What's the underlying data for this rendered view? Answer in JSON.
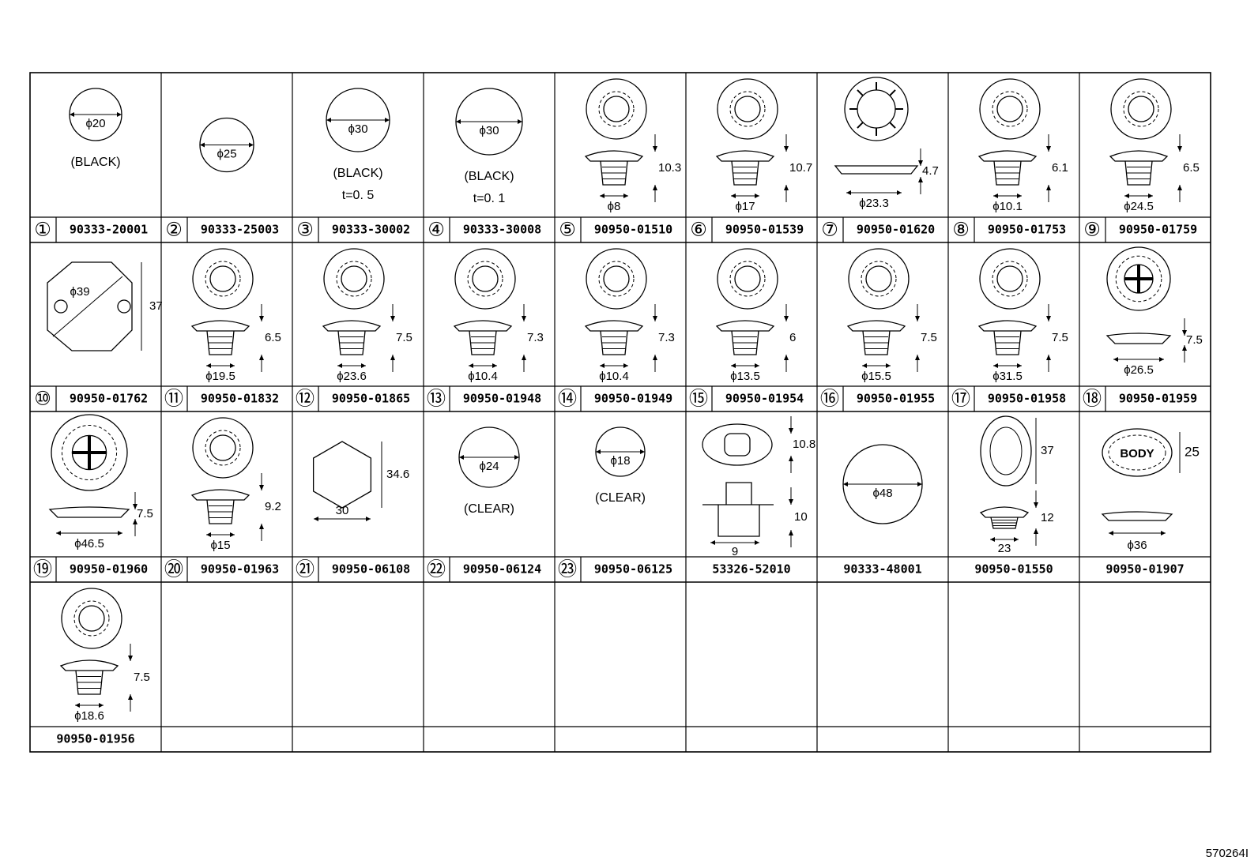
{
  "diagram": {
    "reference": "570264I",
    "cells": [
      {
        "id": 1,
        "num": "①",
        "part": "90333-20001",
        "shape": "circle",
        "dims": [
          "ϕ20"
        ],
        "notes": [
          "(BLACK)"
        ]
      },
      {
        "id": 2,
        "num": "②",
        "part": "90333-25003",
        "shape": "circle",
        "dims": [
          "ϕ25"
        ],
        "notes": []
      },
      {
        "id": 3,
        "num": "③",
        "part": "90333-30002",
        "shape": "circle",
        "dims": [
          "ϕ30"
        ],
        "notes": [
          "(BLACK)",
          "t=0. 5"
        ]
      },
      {
        "id": 4,
        "num": "④",
        "part": "90333-30008",
        "shape": "circle",
        "dims": [
          "ϕ30"
        ],
        "notes": [
          "(BLACK)",
          "t=0. 1"
        ]
      },
      {
        "id": 5,
        "num": "⑤",
        "part": "90950-01510",
        "shape": "grommet",
        "dims": [
          "10.3",
          "ϕ8"
        ],
        "notes": []
      },
      {
        "id": 6,
        "num": "⑥",
        "part": "90950-01539",
        "shape": "grommet",
        "dims": [
          "10.7",
          "ϕ17"
        ],
        "notes": []
      },
      {
        "id": 7,
        "num": "⑦",
        "part": "90950-01620",
        "shape": "gear",
        "dims": [
          "4.7",
          "ϕ23.3"
        ],
        "notes": []
      },
      {
        "id": 8,
        "num": "⑧",
        "part": "90950-01753",
        "shape": "grommet",
        "dims": [
          "6.1",
          "ϕ10.1"
        ],
        "notes": []
      },
      {
        "id": 9,
        "num": "⑨",
        "part": "90950-01759",
        "shape": "grommet",
        "dims": [
          "6.5",
          "ϕ24.5"
        ],
        "notes": []
      },
      {
        "id": 10,
        "num": "⑩",
        "part": "90950-01762",
        "shape": "octa",
        "dims": [
          "ϕ39",
          "37"
        ],
        "notes": []
      },
      {
        "id": 11,
        "num": "⑪",
        "part": "90950-01832",
        "shape": "grommet",
        "dims": [
          "6.5",
          "ϕ19.5"
        ],
        "notes": []
      },
      {
        "id": 12,
        "num": "⑫",
        "part": "90950-01865",
        "shape": "grommet",
        "dims": [
          "7.5",
          "ϕ23.6"
        ],
        "notes": []
      },
      {
        "id": 13,
        "num": "⑬",
        "part": "90950-01948",
        "shape": "grommet",
        "dims": [
          "7.3",
          "ϕ10.4"
        ],
        "notes": []
      },
      {
        "id": 14,
        "num": "⑭",
        "part": "90950-01949",
        "shape": "grommet",
        "dims": [
          "7.3",
          "ϕ10.4"
        ],
        "notes": []
      },
      {
        "id": 15,
        "num": "⑮",
        "part": "90950-01954",
        "shape": "grommet",
        "dims": [
          "6",
          "ϕ13.5"
        ],
        "notes": []
      },
      {
        "id": 16,
        "num": "⑯",
        "part": "90950-01955",
        "shape": "grommet",
        "dims": [
          "7.5",
          "ϕ15.5"
        ],
        "notes": []
      },
      {
        "id": 17,
        "num": "⑰",
        "part": "90950-01958",
        "shape": "grommet",
        "dims": [
          "7.5",
          "ϕ31.5"
        ],
        "notes": []
      },
      {
        "id": 18,
        "num": "⑱",
        "part": "90950-01959",
        "shape": "cross",
        "dims": [
          "7.5",
          "ϕ26.5"
        ],
        "notes": []
      },
      {
        "id": 19,
        "num": "⑲",
        "part": "90950-01960",
        "shape": "cross",
        "dims": [
          "7.5",
          "ϕ46.5"
        ],
        "notes": []
      },
      {
        "id": 20,
        "num": "⑳",
        "part": "90950-01963",
        "shape": "grommet",
        "dims": [
          "9.2",
          "ϕ15"
        ],
        "notes": []
      },
      {
        "id": 21,
        "num": "㉑",
        "part": "90950-06108",
        "shape": "hex",
        "dims": [
          "34.6",
          "30"
        ],
        "notes": []
      },
      {
        "id": 22,
        "num": "㉒",
        "part": "90950-06124",
        "shape": "circle",
        "dims": [
          "ϕ24"
        ],
        "notes": [
          "(CLEAR)"
        ]
      },
      {
        "id": 23,
        "num": "㉓",
        "part": "90950-06125",
        "shape": "circle",
        "dims": [
          "ϕ18"
        ],
        "notes": [
          "(CLEAR)"
        ]
      },
      {
        "id": 24,
        "num": "",
        "part": "53326-52010",
        "shape": "clip",
        "dims": [
          "10.8",
          "10",
          "9"
        ],
        "notes": []
      },
      {
        "id": 25,
        "num": "",
        "part": "90333-48001",
        "shape": "circle",
        "dims": [
          "ϕ48"
        ],
        "notes": []
      },
      {
        "id": 26,
        "num": "",
        "part": "90950-01550",
        "shape": "oval",
        "dims": [
          "37",
          "12",
          "23"
        ],
        "notes": []
      },
      {
        "id": 27,
        "num": "",
        "part": "90950-01907",
        "shape": "body",
        "dims": [
          "25",
          "ϕ36"
        ],
        "notes": [
          "BODY"
        ]
      },
      {
        "id": 28,
        "num": "",
        "part": "90950-01956",
        "shape": "grommet",
        "dims": [
          "7.5",
          "ϕ18.6"
        ],
        "notes": []
      }
    ]
  }
}
